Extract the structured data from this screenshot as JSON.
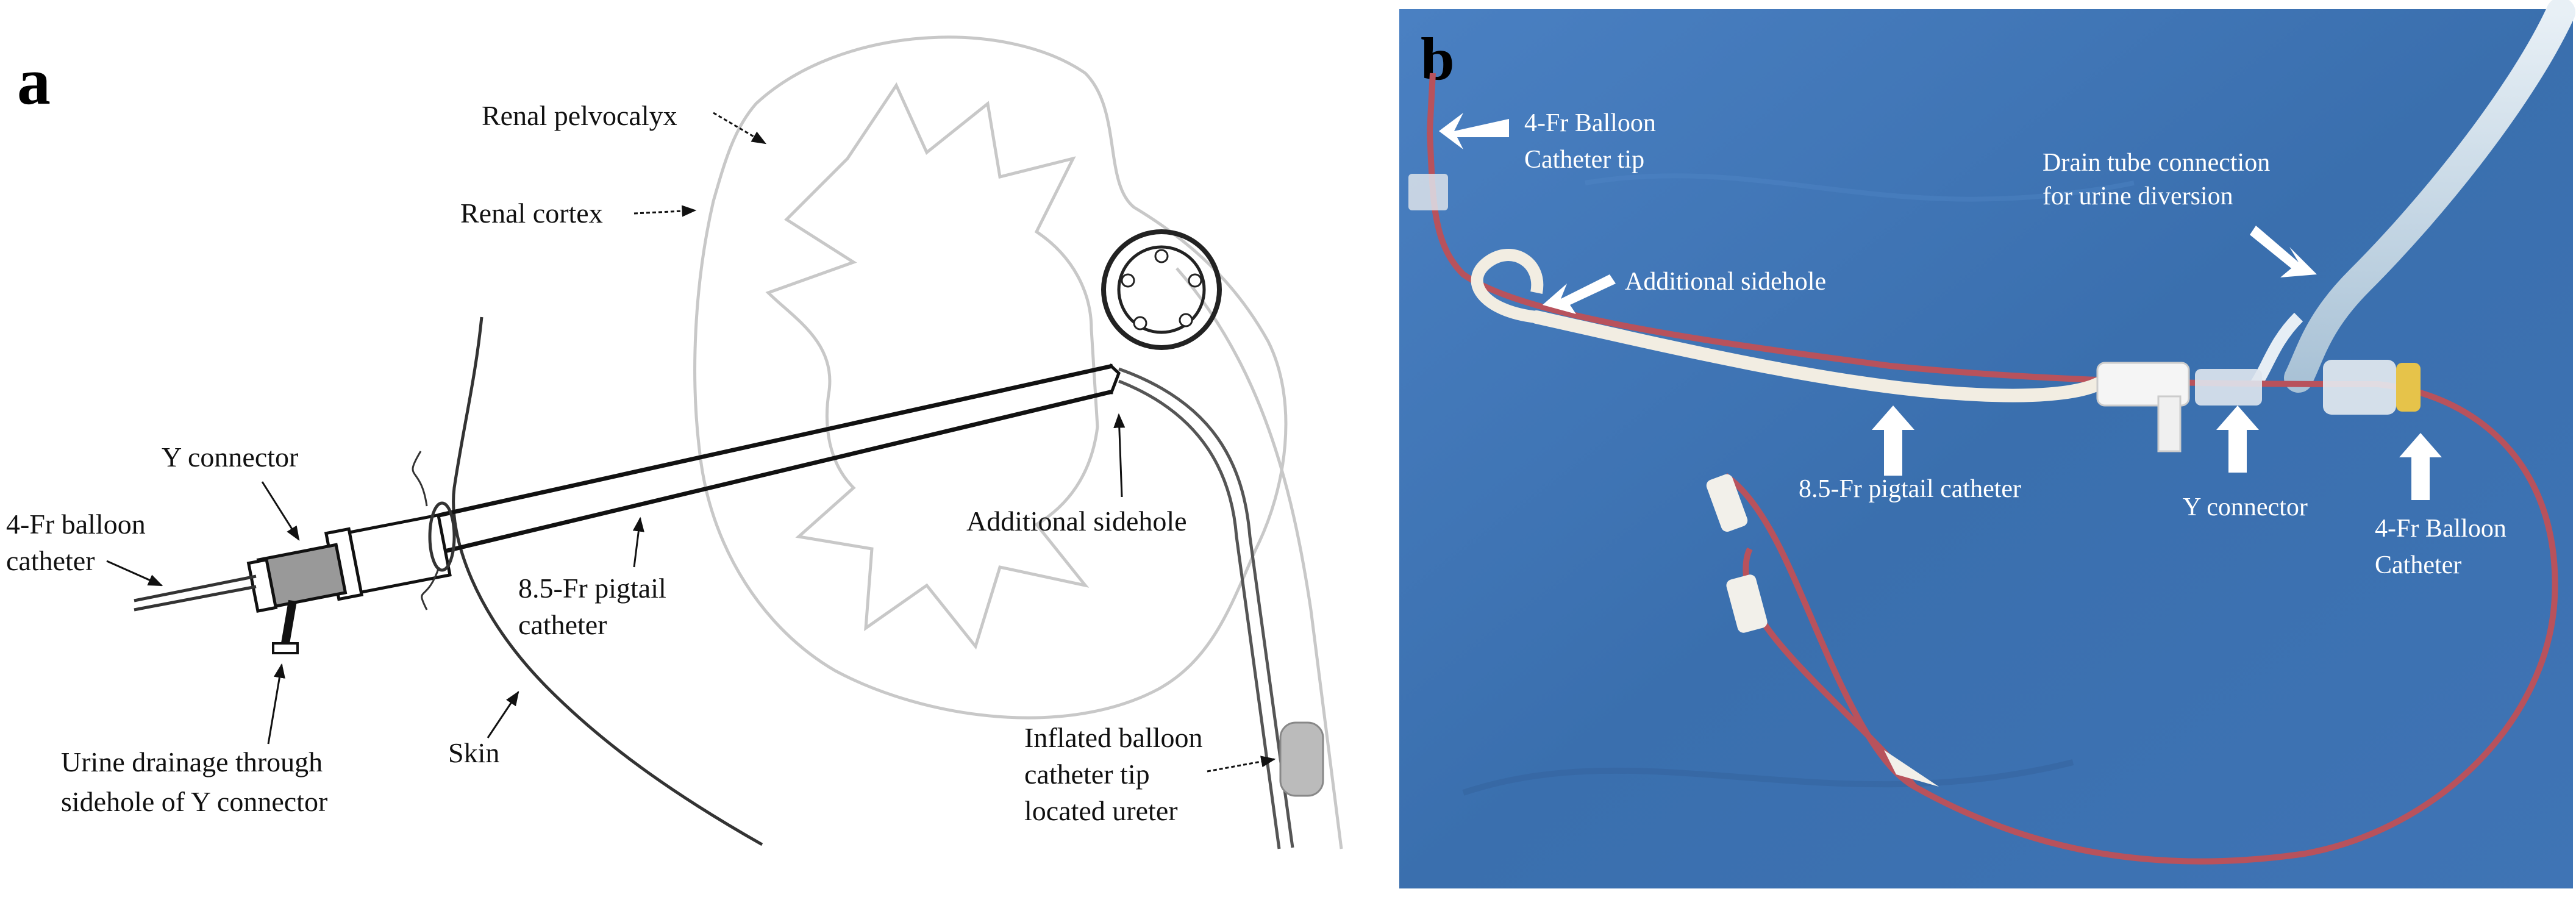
{
  "panel_a": {
    "letter": "a",
    "labels": {
      "renal_pelvocalyx": "Renal pelvocalyx",
      "renal_cortex": "Renal cortex",
      "y_connector": "Y connector",
      "balloon_catheter_1": "4-Fr balloon",
      "balloon_catheter_2": "catheter",
      "additional_sidehole": "Additional sidehole",
      "pigtail_1": "8.5-Fr pigtail",
      "pigtail_2": "catheter",
      "skin": "Skin",
      "urine_1": "Urine drainage through",
      "urine_2": "sidehole of Y connector",
      "inflated_1": "Inflated balloon",
      "inflated_2": "catheter tip",
      "inflated_3": "located ureter"
    }
  },
  "panel_b": {
    "letter": "b",
    "labels": {
      "balloon_tip_1": "4-Fr Balloon",
      "balloon_tip_2": "Catheter tip",
      "drain_1": "Drain tube connection",
      "drain_2": "for urine diversion",
      "sidehole": "Additional sidehole",
      "pigtail": "8.5-Fr pigtail catheter",
      "y_connector": "Y connector",
      "balloon_1": "4-Fr Balloon",
      "balloon_2": "Catheter"
    },
    "colors": {
      "drape": "#3f74b5",
      "pigtail_tube": "#f2ede2",
      "balloon_tube": "#b8525c",
      "label": "#ffffff"
    }
  }
}
